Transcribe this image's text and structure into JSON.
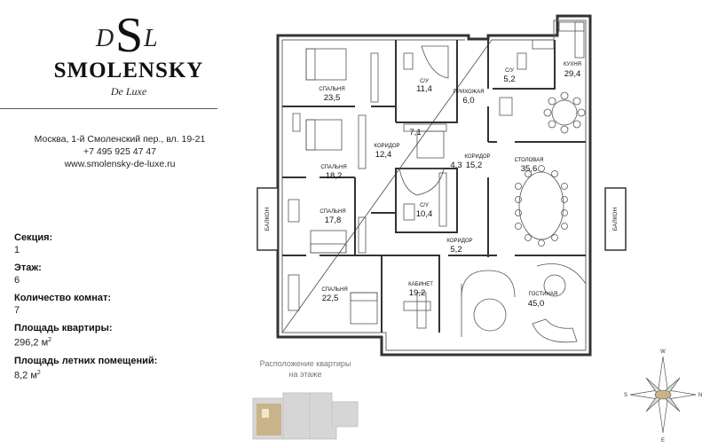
{
  "logo": {
    "monogram_left": "D",
    "monogram_center": "S",
    "monogram_right": "L",
    "name": "SMOLENSKY",
    "subtitle": "De Luxe"
  },
  "contact": {
    "address": "Москва, 1-й Смоленский пер., вл. 19-21",
    "phone": "+7 495 925 47 47",
    "website": "www.smolensky-de-luxe.ru"
  },
  "facts": [
    {
      "label": "Секция:",
      "value": "1",
      "unit": ""
    },
    {
      "label": "Этаж:",
      "value": "6",
      "unit": ""
    },
    {
      "label": "Количество комнат:",
      "value": "7",
      "unit": ""
    },
    {
      "label": "Площадь квартиры:",
      "value": "296,2 м",
      "unit": "2"
    },
    {
      "label": "Площадь летних помещений:",
      "value": "8,2 м",
      "unit": "2"
    }
  ],
  "rooms": {
    "bedroom1": {
      "name": "СПАЛЬНЯ",
      "area": "23,5"
    },
    "bath1": {
      "name": "С/У",
      "area": "11,4"
    },
    "hall": {
      "name": "ПРИХОЖАЯ",
      "area": "6,0"
    },
    "bath2": {
      "name": "С/У",
      "area": "5,2"
    },
    "kitchen": {
      "name": "КУХНЯ",
      "area": "29,4"
    },
    "closet": {
      "name": "",
      "area": "7,1"
    },
    "corridor1": {
      "name": "КОРИДОР",
      "area": "12,4"
    },
    "bedroom2": {
      "name": "СПАЛЬНЯ",
      "area": "18,2"
    },
    "small": {
      "name": "",
      "area": "4,3"
    },
    "corridor2": {
      "name": "КОРИДОР",
      "area": "15,2"
    },
    "dining": {
      "name": "СТОЛОВАЯ",
      "area": "35,6"
    },
    "bedroom3": {
      "name": "СПАЛЬНЯ",
      "area": "17,8"
    },
    "bath3": {
      "name": "С/У",
      "area": "10,4"
    },
    "corridor3": {
      "name": "КОРИДОР",
      "area": "5,2"
    },
    "cabinet": {
      "name": "КАБИНЕТ",
      "area": "19,2"
    },
    "living": {
      "name": "ГОСТИНАЯ",
      "area": "45,0"
    },
    "bedroom4": {
      "name": "СПАЛЬНЯ",
      "area": "22,5"
    }
  },
  "balconies": {
    "left": "БАЛКОН",
    "right": "БАЛКОН"
  },
  "location": {
    "caption_line1": "Расположение квартиры",
    "caption_line2": "на этаже"
  },
  "compass": {
    "n": "N",
    "s": "S",
    "e": "E",
    "w": "W"
  },
  "colors": {
    "wall": "#333333",
    "furniture": "#555555",
    "highlight": "#c9b48a",
    "minimap": "#d6d6d6"
  }
}
